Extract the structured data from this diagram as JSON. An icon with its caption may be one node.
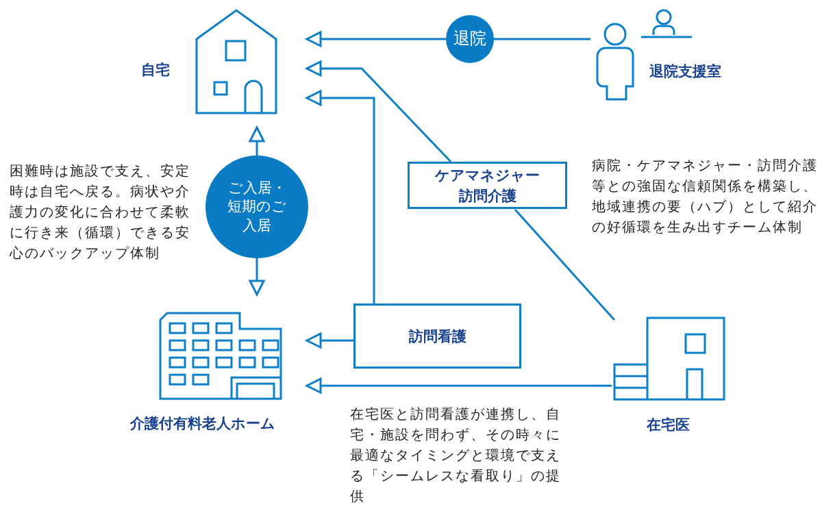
{
  "diagram": {
    "nodes": [
      {
        "text": [
          "自宅"
        ]
      },
      {
        "text": [
          "退院支援室"
        ]
      },
      {
        "text": [
          "ケアマネジャー訪問介護"
        ]
      },
      {
        "text": [
          "介護付有料老人ホーム"
        ]
      },
      {
        "text": [
          "訪問看護"
        ]
      },
      {
        "text": [
          "在宅医"
        ]
      }
    ],
    "edges": [
      {
        "from": 1,
        "to": 0,
        "arrow": "to",
        "label": "退院"
      },
      {
        "from": 5,
        "to": 2,
        "arrow": "none"
      },
      {
        "from": 2,
        "to": 0,
        "arrow": "to"
      },
      {
        "from": 4,
        "to": 0,
        "arrow": "to"
      },
      {
        "from": 4,
        "to": 3,
        "arrow": "to"
      },
      {
        "from": 5,
        "to": 3,
        "arrow": "to"
      },
      {
        "from": 0,
        "to": 3,
        "arrow": "both",
        "label": "ご入居・短期のご入居"
      }
    ],
    "labels": [
      "困難時は施設で支え、安定時は自宅へ戻る。病状や介護力の変化に合わせて柔軟に行き来（循環）できる安心のバックアップ体制",
      "病院・ケアマネジャー・訪問介護等との強固な信頼関係を構築し、地域連携の要（ハブ）として紹介の好循環を生み出すチーム体制",
      "在宅医と訪問看護が連携し、自宅・施設を問わず、その時々に最適なタイミングと環境で支える「シームレスな看取り」の提供"
    ]
  }
}
